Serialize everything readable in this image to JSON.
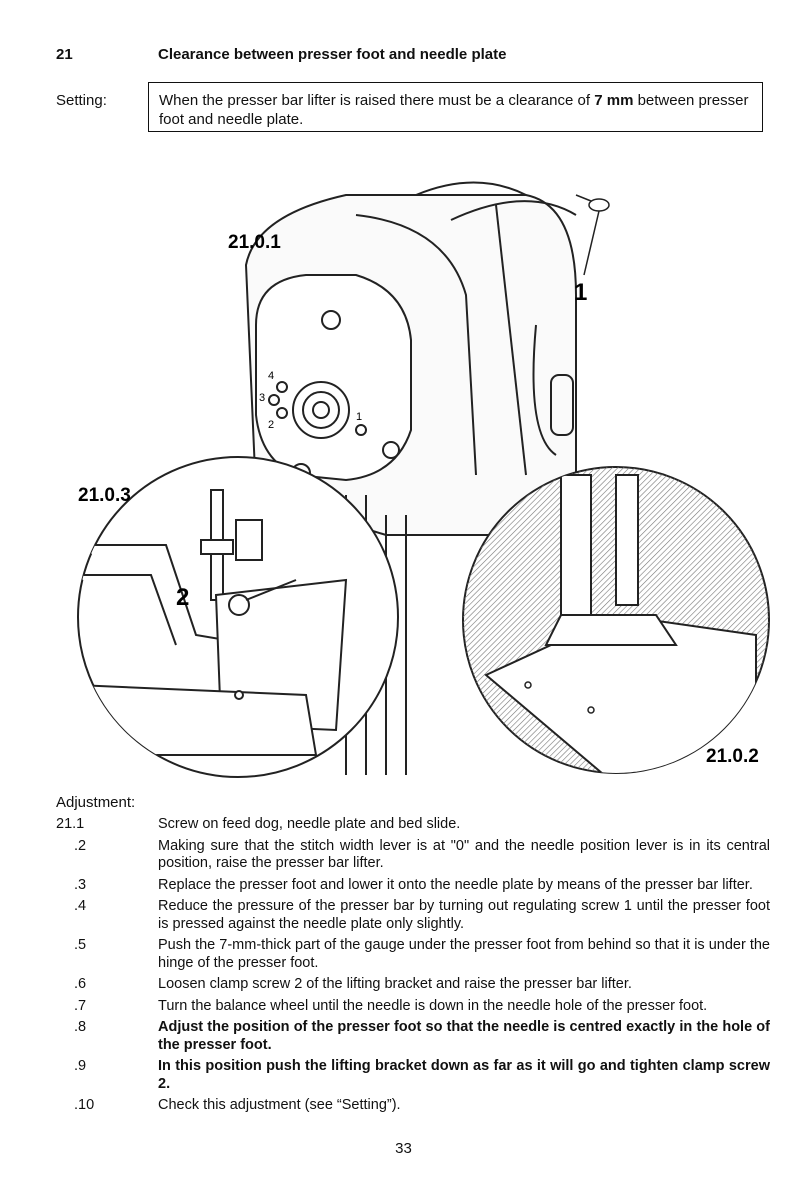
{
  "section": {
    "number": "21",
    "title": "Clearance between presser foot and needle plate"
  },
  "setting": {
    "label": "Setting:",
    "text_before": "When the presser bar lifter is raised there must be a clearance of ",
    "text_bold": "7 mm",
    "text_after": " between presser foot and needle plate."
  },
  "figure": {
    "labels": {
      "top": "21.0.1",
      "left": "21.0.3",
      "right": "21.0.2",
      "callout_1": "1",
      "callout_2": "2",
      "dial_1": "1",
      "dial_2": "2",
      "dial_3": "3",
      "dial_4": "4"
    }
  },
  "adjustment": {
    "label": "Adjustment:",
    "steps": [
      {
        "num": "21.1",
        "text": "Screw on feed dog, needle plate and bed slide.",
        "bold": false
      },
      {
        "num": ".2",
        "text": "Making sure that the stitch width lever is at \"0\" and the needle position lever is in its central position, raise the presser bar lifter.",
        "bold": false
      },
      {
        "num": ".3",
        "text": "Replace the presser foot and lower it onto the needle plate by means of the presser bar lifter.",
        "bold": false
      },
      {
        "num": ".4",
        "text": "Reduce the pressure of the presser bar by turning out regulating screw 1 until the presser foot is pressed against the needle plate only slightly.",
        "bold": false
      },
      {
        "num": ".5",
        "text": "Push the 7-mm-thick part of the gauge under the presser foot from behind so that it is under the hinge of the presser foot.",
        "bold": false
      },
      {
        "num": ".6",
        "text": "Loosen clamp screw 2 of the lifting bracket and raise the presser bar lifter.",
        "bold": false
      },
      {
        "num": ".7",
        "text": "Turn the balance wheel until the needle is down in the needle hole of the presser foot.",
        "bold": false
      },
      {
        "num": ".8",
        "text": "Adjust the position of the presser foot so that the needle is centred exactly in the hole of the presser foot.",
        "bold": true
      },
      {
        "num": ".9",
        "text": "In this position push the lifting bracket down as far as it will go and tighten clamp screw 2.",
        "bold": true
      },
      {
        "num": ".10",
        "text": "Check this adjustment (see “Setting”).",
        "bold": false
      }
    ]
  },
  "page_number": "33"
}
